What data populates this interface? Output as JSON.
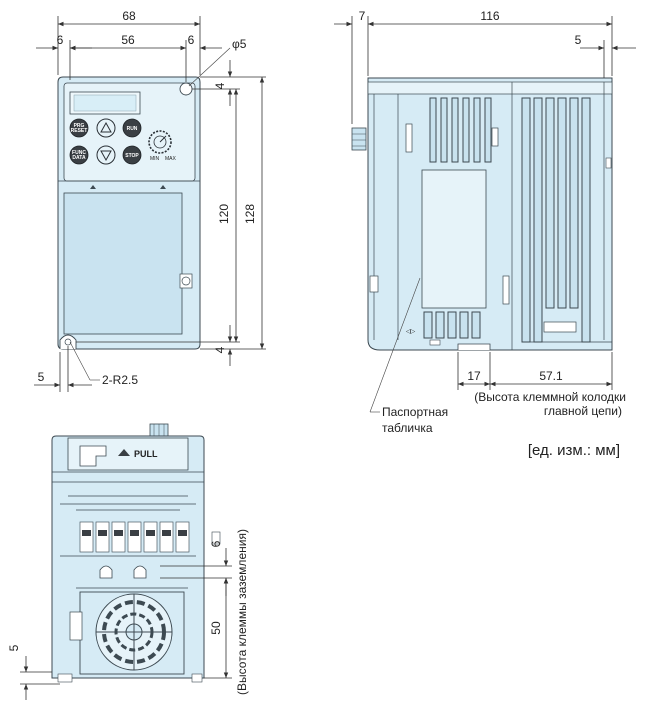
{
  "front_view": {
    "dim_width_total": "68",
    "dim_left_margin": "6",
    "dim_inner_width": "56",
    "dim_right_margin": "6",
    "dim_hole_dia": "φ5",
    "dim_top_offset": "4",
    "dim_hole_pitch": "120",
    "dim_height_total": "128",
    "dim_bottom_offset": "4",
    "dim_left_bottom": "5",
    "dim_slot_radius": "2-R2.5",
    "keypad": {
      "key_prg_reset": "PRG RESET",
      "key_up": "△",
      "key_run": "RUN",
      "key_func_data": "FUNC DATA",
      "key_down": "▽",
      "key_stop": "STOP",
      "dial_min": "MIN",
      "dial_max": "MAX"
    }
  },
  "side_view": {
    "dim_knob": "7",
    "dim_depth_total": "116",
    "dim_right_top": "5",
    "dim_terminal_left": "17",
    "dim_terminal_right": "57.1",
    "note_terminal_line1": "(Высота клеммной колодки",
    "note_terminal_line2": "главной цепи)",
    "label_plate_line1": "Паспортная",
    "label_plate_line2": "табличка",
    "units": "[ед. изм.: мм]"
  },
  "bottom_view": {
    "label_pull": "PULL",
    "dim_ground_offset": "6",
    "dim_ground_height": "50",
    "dim_bottom_left": "5",
    "note_ground": "(Высота клеммы заземления)"
  }
}
